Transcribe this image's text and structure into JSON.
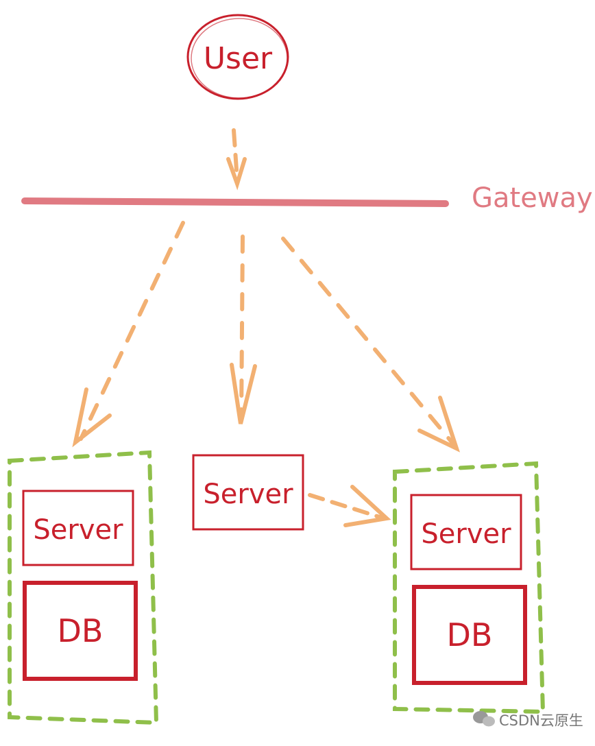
{
  "nodes": {
    "user": "User",
    "gateway": "Gateway",
    "server_left": "Server",
    "db_left": "DB",
    "server_middle": "Server",
    "server_right": "Server",
    "db_right": "DB"
  },
  "watermark": "CSDN云原生",
  "colors": {
    "red": "#c8202c",
    "gateway_bar": "#e07a82",
    "arrow": "#f2b072",
    "green": "#8fbf4a"
  }
}
